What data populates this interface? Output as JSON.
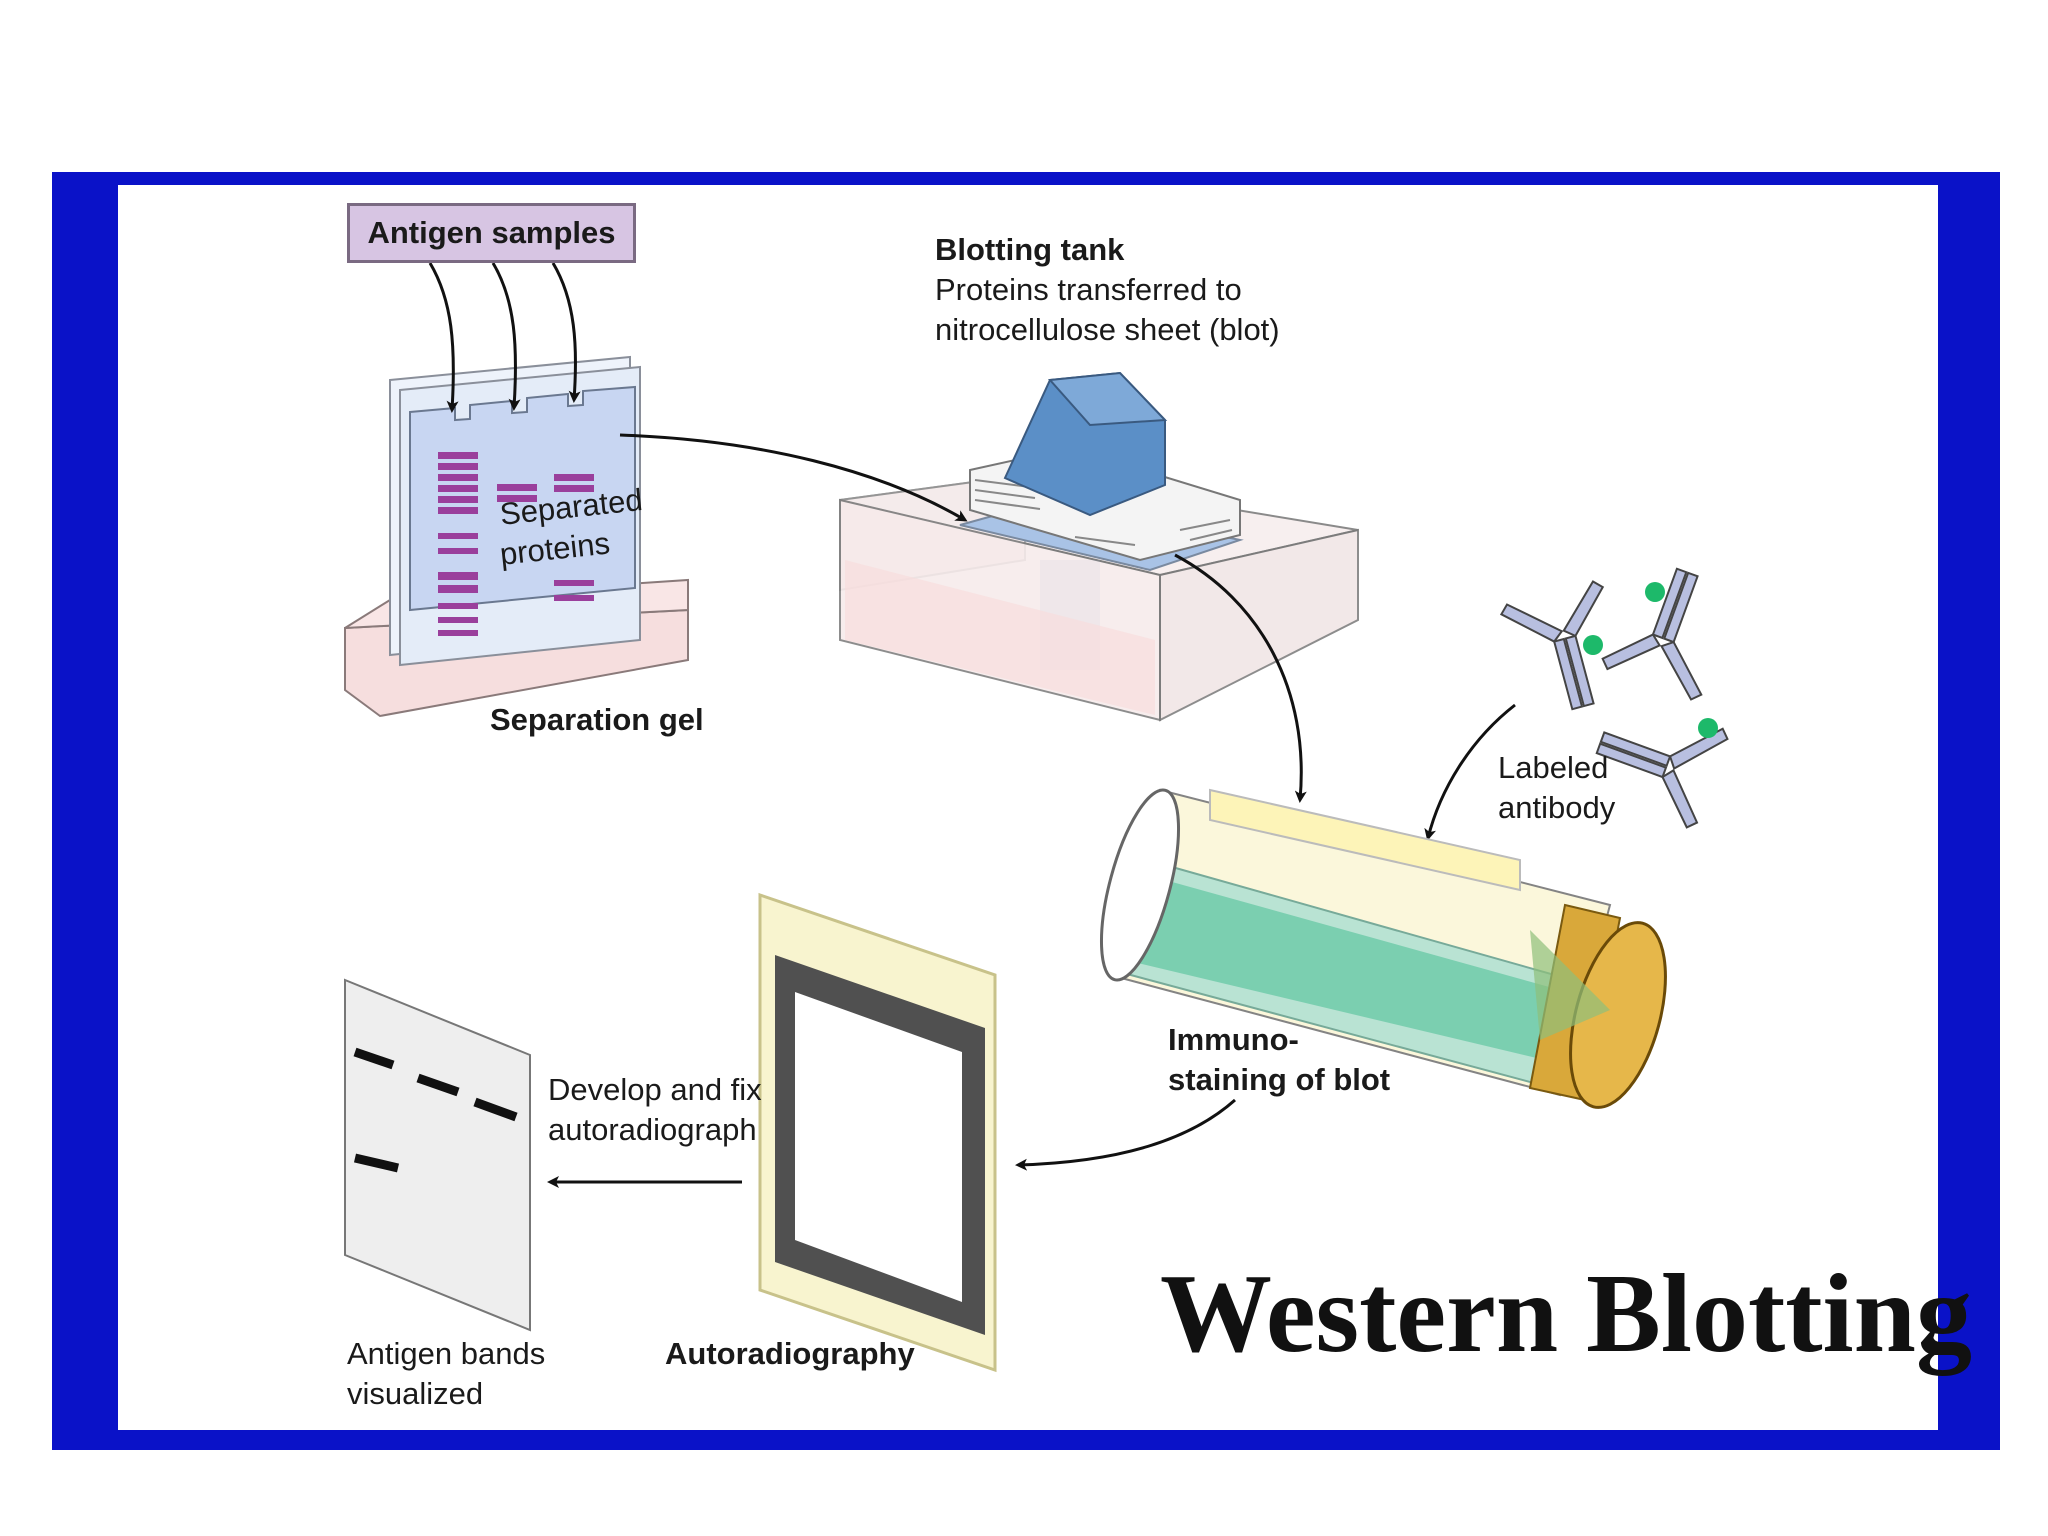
{
  "title": "Western Blotting",
  "labels": {
    "antigen_samples": "Antigen samples",
    "separated_proteins_line1": "Separated",
    "separated_proteins_line2": "proteins",
    "separation_gel": "Separation gel",
    "blotting_tank_title": "Blotting tank",
    "blotting_tank_desc_line1": "Proteins transferred to",
    "blotting_tank_desc_line2": "nitrocellulose sheet (blot)",
    "labeled_antibody_line1": "Labeled",
    "labeled_antibody_line2": "antibody",
    "immunostaining_line1": "Immuno-",
    "immunostaining_line2": "staining of blot",
    "develop_line1": "Develop and fix",
    "develop_line2": "autoradiograph",
    "autoradiography": "Autoradiography",
    "antigen_bands_line1": "Antigen bands",
    "antigen_bands_line2": "visualized"
  },
  "colors": {
    "frame": "#0a12c8",
    "antigen_box": "#d7c5e3",
    "gel": "#c8d6f2",
    "protein_band": "#9a3f9c",
    "tank_weight": "#5b8fc7",
    "antibody_dot": "#1db96a",
    "tube_cap": "#d9a83a",
    "tube_blot": "#6cc9a8"
  }
}
